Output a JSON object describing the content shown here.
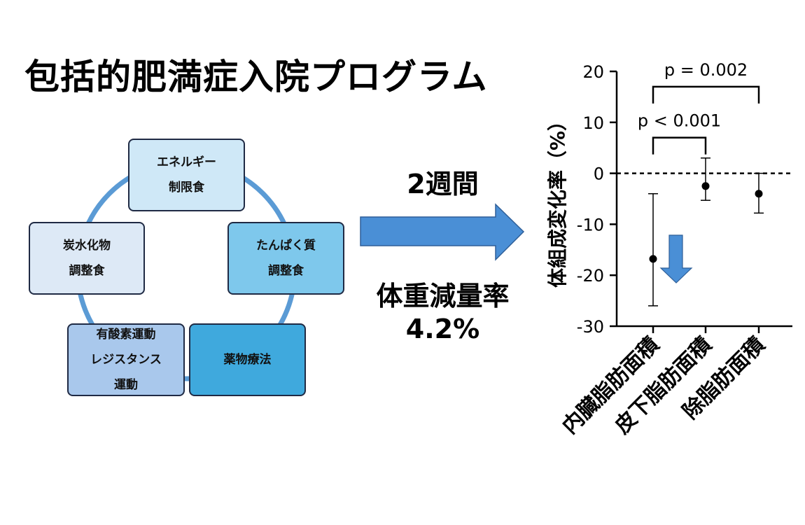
{
  "title": "包括的肥満症入院プログラム",
  "program": {
    "components": [
      {
        "lines": [
          "エネルギー",
          "制限食"
        ],
        "color": "#cfe8f7"
      },
      {
        "lines": [
          "たんぱく質",
          "調整食"
        ],
        "color": "#7ec8ec"
      },
      {
        "lines": [
          "薬物療法"
        ],
        "color": "#3fa9dd"
      },
      {
        "lines": [
          "有酸素運動",
          "レジスタンス",
          "運動"
        ],
        "color": "#a9c8ec"
      },
      {
        "lines": [
          "炭水化物",
          "調整食"
        ],
        "color": "#dde9f6"
      }
    ],
    "cycle_color": "#5b9bd5"
  },
  "duration": "2週間",
  "weight_loss_label": "体重減量率",
  "weight_loss_value": "4.2%",
  "arrow_color": "#4a8fd6",
  "chart_data": {
    "type": "scatter",
    "ylabel": "体組成変化率（%）",
    "ylim": [
      -30,
      20
    ],
    "yticks": [
      20,
      10,
      0,
      -10,
      -20,
      -30
    ],
    "categories": [
      "内臓脂肪面積",
      "皮下脂肪面積",
      "除脂肪面積"
    ],
    "means": [
      -16.8,
      -2.5,
      -4.0
    ],
    "upper": [
      -4.0,
      3.0,
      0.0
    ],
    "lower": [
      -26.0,
      -5.3,
      -7.8
    ],
    "reference_line": 0,
    "comparisons": [
      {
        "from": 0,
        "to": 1,
        "label": "p < 0.001",
        "level": 7
      },
      {
        "from": 0,
        "to": 2,
        "label": "p = 0.002",
        "level": 17
      }
    ],
    "down_arrow_color": "#4a8fd6"
  }
}
